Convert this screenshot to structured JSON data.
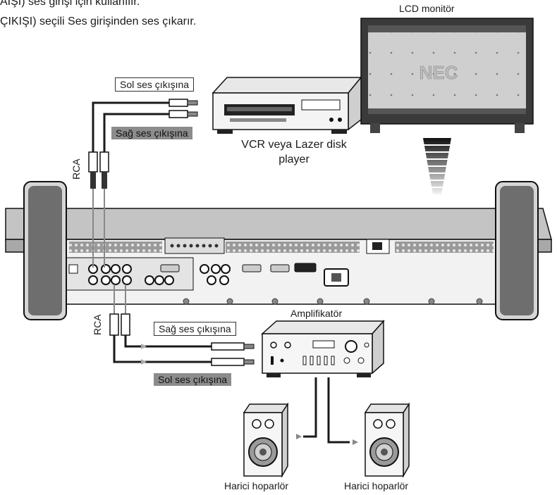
{
  "intro": {
    "line1": "AIŞI) ses girişi için kullanılır.",
    "line2": "ÇIKIŞI) seçili Ses girişinden ses çıkarır."
  },
  "monitor": {
    "caption": "LCD monitör",
    "logo": "NEC"
  },
  "vcr": {
    "caption_line1": "VCR veya Lazer disk",
    "caption_line2": "player",
    "left_out": "Sol ses çıkışına",
    "right_out": "Sağ ses çıkışına"
  },
  "rca_top": "RCA",
  "rca_bottom": "RCA",
  "amplifier": {
    "caption": "Amplifikatör",
    "right_out": "Sağ ses çıkışına",
    "left_out": "Sol ses çıkışına"
  },
  "speakers": {
    "left": "Harici hoparlör",
    "right": "Harici hoparlör"
  },
  "colors": {
    "label_fill": "#8c8c8c",
    "panel_gray": "#b8b8b8",
    "line": "#1a1a1a"
  }
}
